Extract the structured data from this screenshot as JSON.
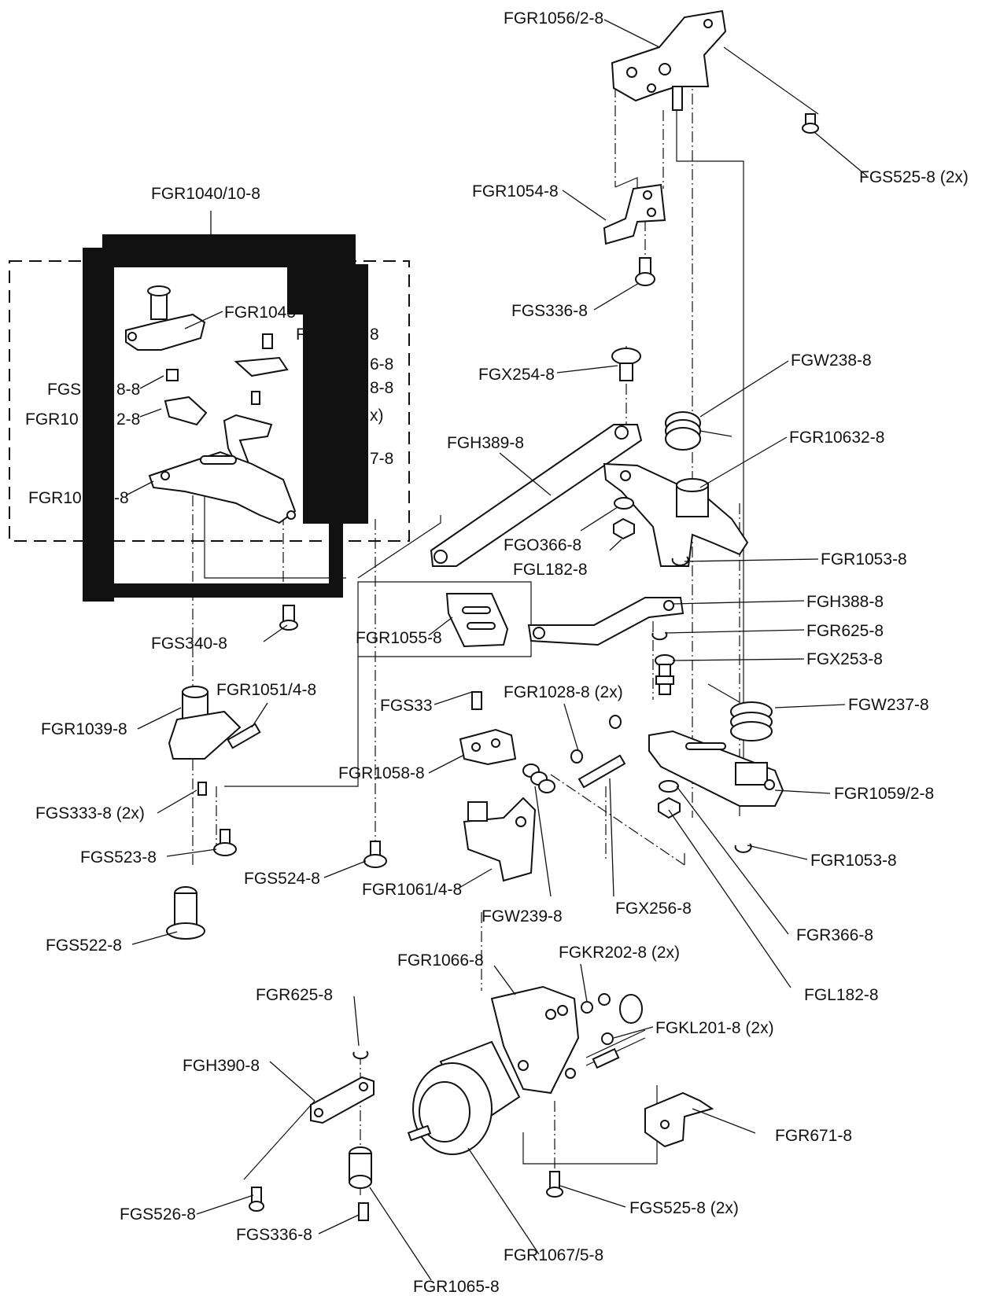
{
  "diagram": {
    "labels": [
      "FGR1056/2-8",
      "FGS525-8 (2x)",
      "FGR1054-8",
      "FGS336-8",
      "FGR1040/10-8",
      "FGR1045",
      "FGS",
      "8-8",
      "FGR10",
      "2-8",
      "FGR10",
      "-8",
      "FGX254-8",
      "FGW238-8",
      "FGH389-8",
      "FGR10632-8",
      "FGO366-8",
      "FGL182-8",
      "FGR1053-8",
      "FGH388-8",
      "FGR625-8",
      "FGX253-8",
      "FGW237-8",
      "FGS340-8",
      "FGR1055-8",
      "FGR1051/4-8",
      "FGR1039-8",
      "FGS33",
      "FGR1028-8 (2x)",
      "FGR1058-8",
      "FGR1059/2-8",
      "FGS333-8 (2x)",
      "FGS523-8",
      "FGS524-8",
      "FGR1053-8",
      "FGR1061/4-8",
      "FGS522-8",
      "FGW239-8",
      "FGX256-8",
      "FGR366-8",
      "FGL182-8",
      "FGR1066-8",
      "FGKR202-8 (2x)",
      "FGR625-8",
      "FGKL201-8 (2x)",
      "FGH390-8",
      "FGR671-8",
      "FGS526-8",
      "FGS336-8",
      "FGS525-8 (2x)",
      "FGR1067/5-8",
      "FGR1065-8",
      "F",
      "8",
      "6-8",
      "8-8",
      "x)",
      "7-8"
    ]
  }
}
